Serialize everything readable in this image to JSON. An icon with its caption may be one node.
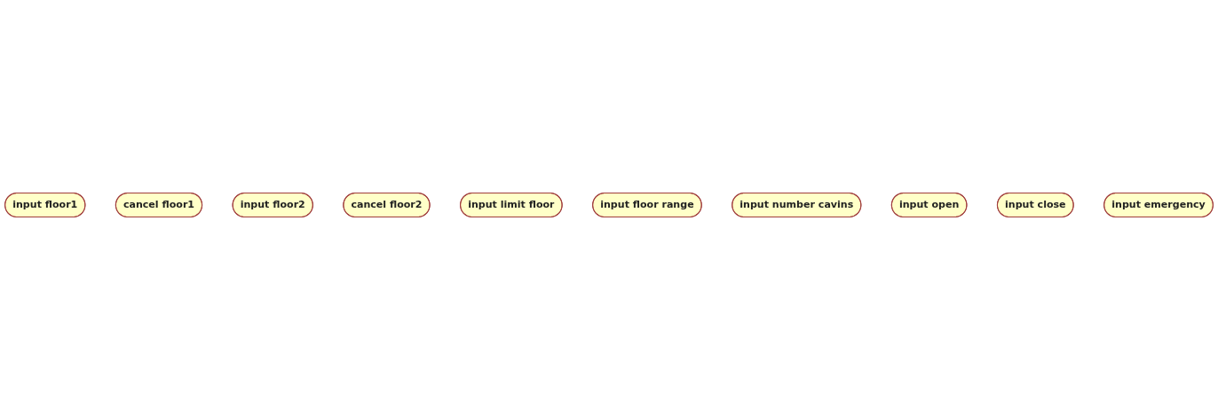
{
  "diagram": {
    "nodes": [
      {
        "text": [
          "input floor1"
        ]
      },
      {
        "text": [
          "cancel floor1"
        ]
      },
      {
        "text": [
          "input floor2"
        ]
      },
      {
        "text": [
          "cancel floor2"
        ]
      },
      {
        "text": [
          "input limit floor"
        ]
      },
      {
        "text": [
          "input floor range"
        ]
      },
      {
        "text": [
          "input number cavins"
        ]
      },
      {
        "text": [
          "input open"
        ]
      },
      {
        "text": [
          "input close"
        ]
      },
      {
        "text": [
          "input emergency"
        ]
      }
    ],
    "edges": []
  }
}
